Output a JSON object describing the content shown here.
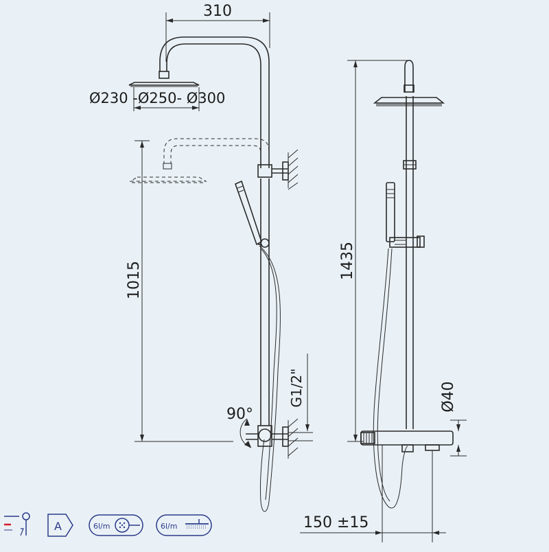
{
  "dimensions": {
    "arm_reach": "310",
    "head_diameters": "Ø230 -Ø250- Ø300",
    "head_height": "1015",
    "total_height": "1435",
    "rotation": "90°",
    "inlet_thread": "G1/2\"",
    "pipe_diameter": "Ø40",
    "inlet_spacing": "150 ±15"
  },
  "badges": {
    "energy_class": "A",
    "hand_flow": "6l/m",
    "head_flow": "6l/m"
  }
}
